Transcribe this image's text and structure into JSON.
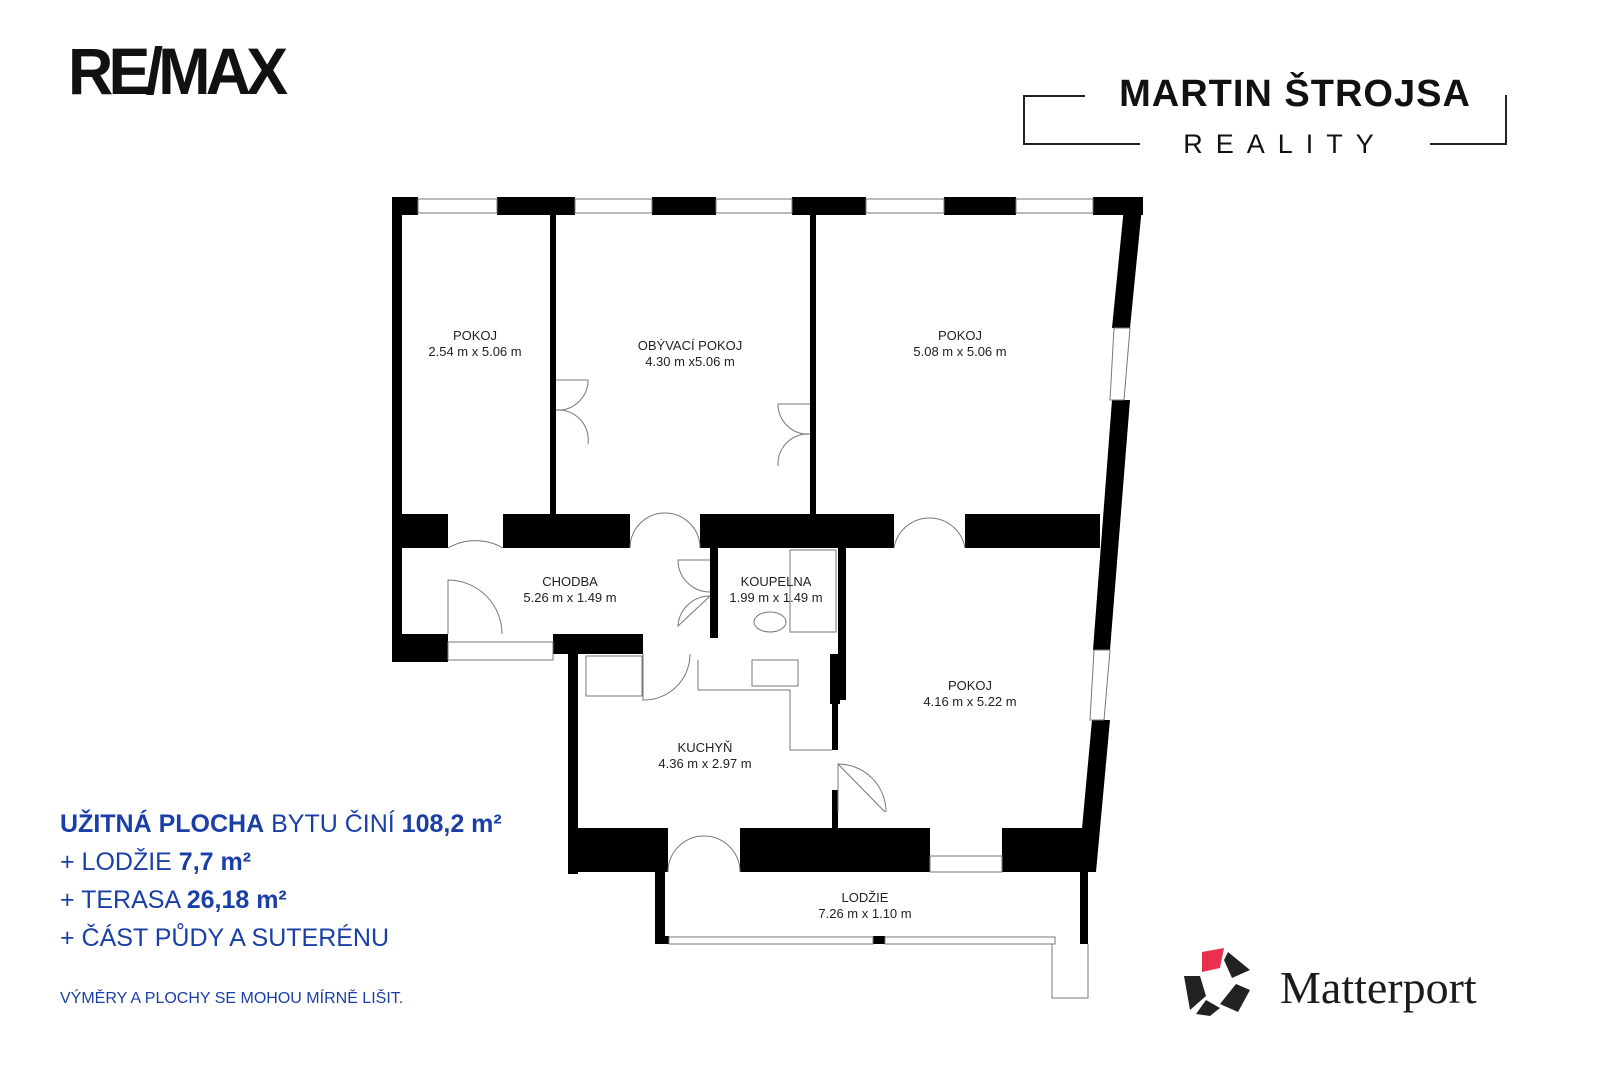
{
  "brand": {
    "remax": "RE/MAX",
    "agent_name": "MARTIN ŠTROJSA",
    "agent_sub": "REALITY",
    "matterport": "Matterport"
  },
  "rooms": [
    {
      "name": "POKOJ",
      "size": "2.54 m x 5.06 m"
    },
    {
      "name": "OBÝVACÍ POKOJ",
      "size": "4.30 m x5.06  m"
    },
    {
      "name": "POKOJ",
      "size": "5.08 m x 5.06 m"
    },
    {
      "name": "CHODBA",
      "size": "5.26 m x 1.49 m"
    },
    {
      "name": "KOUPELNA",
      "size": "1.99 m x 1.49 m"
    },
    {
      "name": "POKOJ",
      "size": "4.16 m x 5.22 m"
    },
    {
      "name": "KUCHYŇ",
      "size": "4.36 m x 2.97 m"
    },
    {
      "name": "LODŽIE",
      "size": "7.26 m x 1.10 m"
    }
  ],
  "info": {
    "line1_bold": "UŽITNÁ PLOCHA",
    "line1_text": " BYTU ČINÍ ",
    "line1_value": "108,2 m²",
    "line2_text": "+ LODŽIE ",
    "line2_value": "7,7 m²",
    "line3_text": "+ TERASA ",
    "line3_value": "26,18 m²",
    "line4_text": "+ ČÁST PŮDY A SUTERÉNU",
    "note": "VÝMĚRY A PLOCHY SE MOHOU MÍRNĚ LIŠIT."
  },
  "colors": {
    "wall": "#000000",
    "info_text": "#1a3fa6",
    "matterport_red": "#e8304f"
  }
}
